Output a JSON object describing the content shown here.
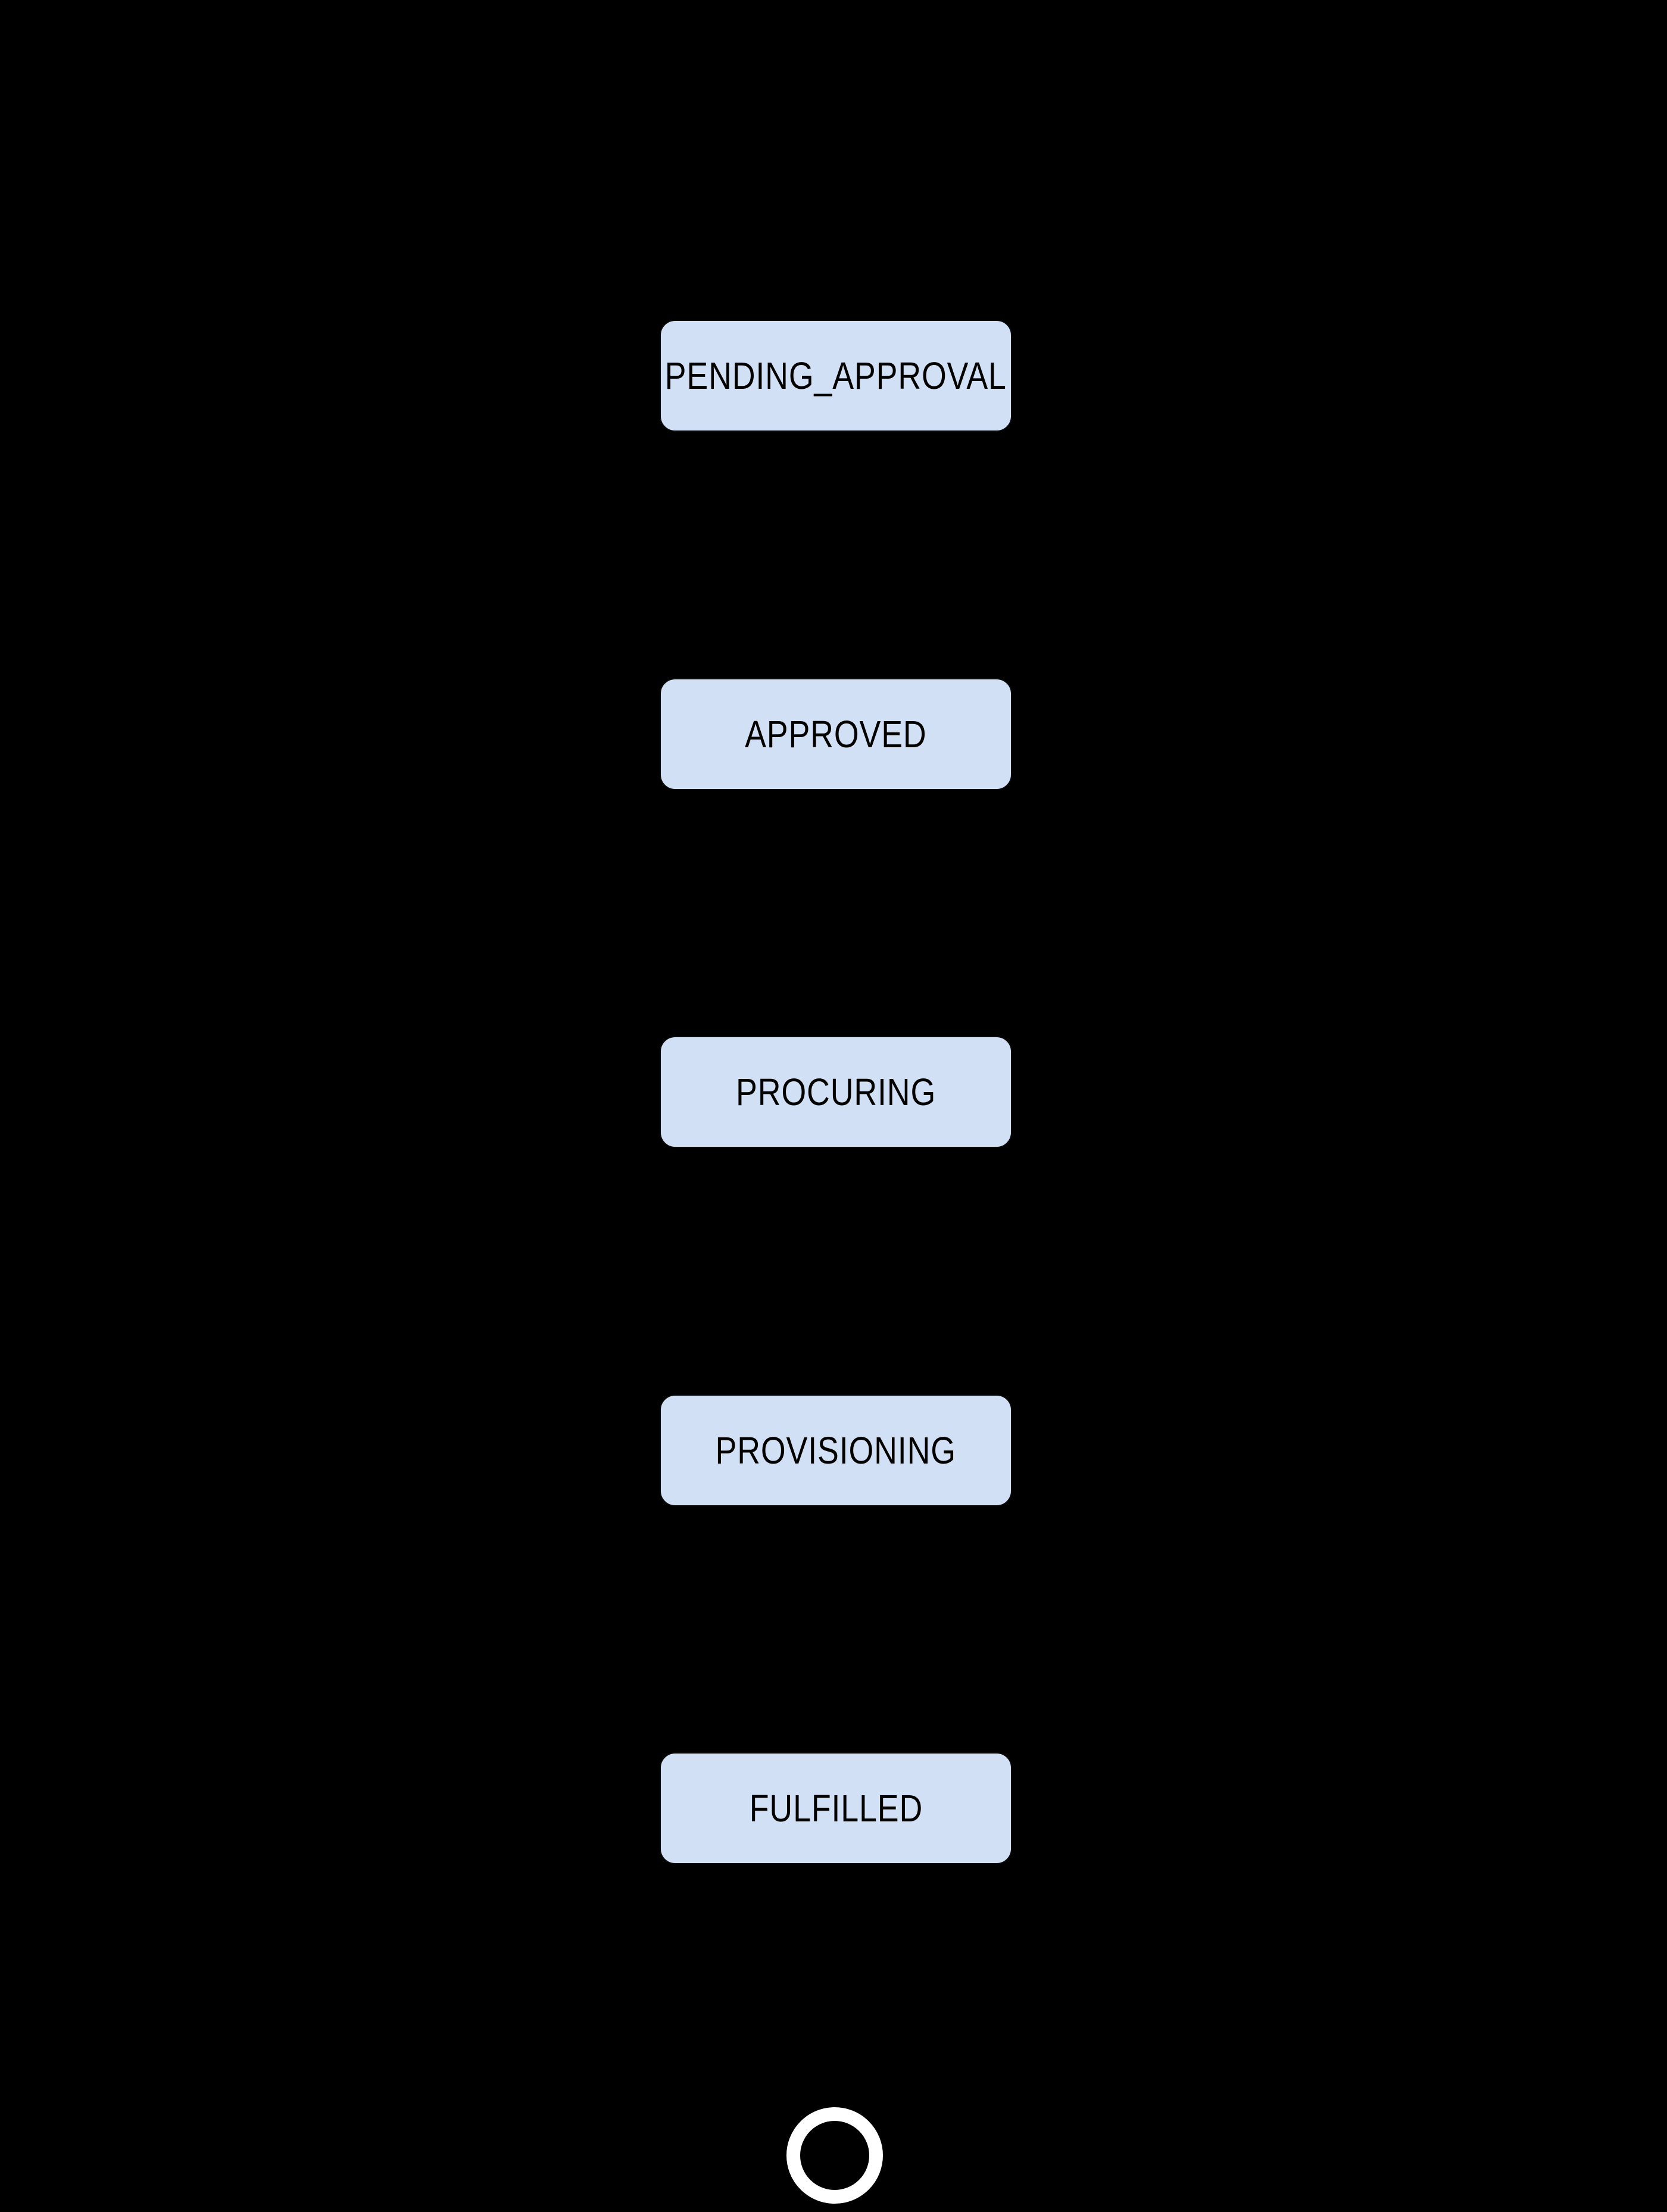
{
  "diagram": {
    "type": "state-diagram",
    "orientation": "vertical",
    "colors": {
      "background": "#000000",
      "node-fill": "#d2e0f5",
      "node-text": "#000000",
      "end-ring": "#ffffff"
    },
    "nodes": [
      {
        "label": "PENDING_APPROVAL"
      },
      {
        "label": "APPROVED"
      },
      {
        "label": "PROCURING"
      },
      {
        "label": "PROVISIONING"
      },
      {
        "label": "FULFILLED"
      }
    ],
    "end_state": {
      "shape": "circle"
    }
  }
}
